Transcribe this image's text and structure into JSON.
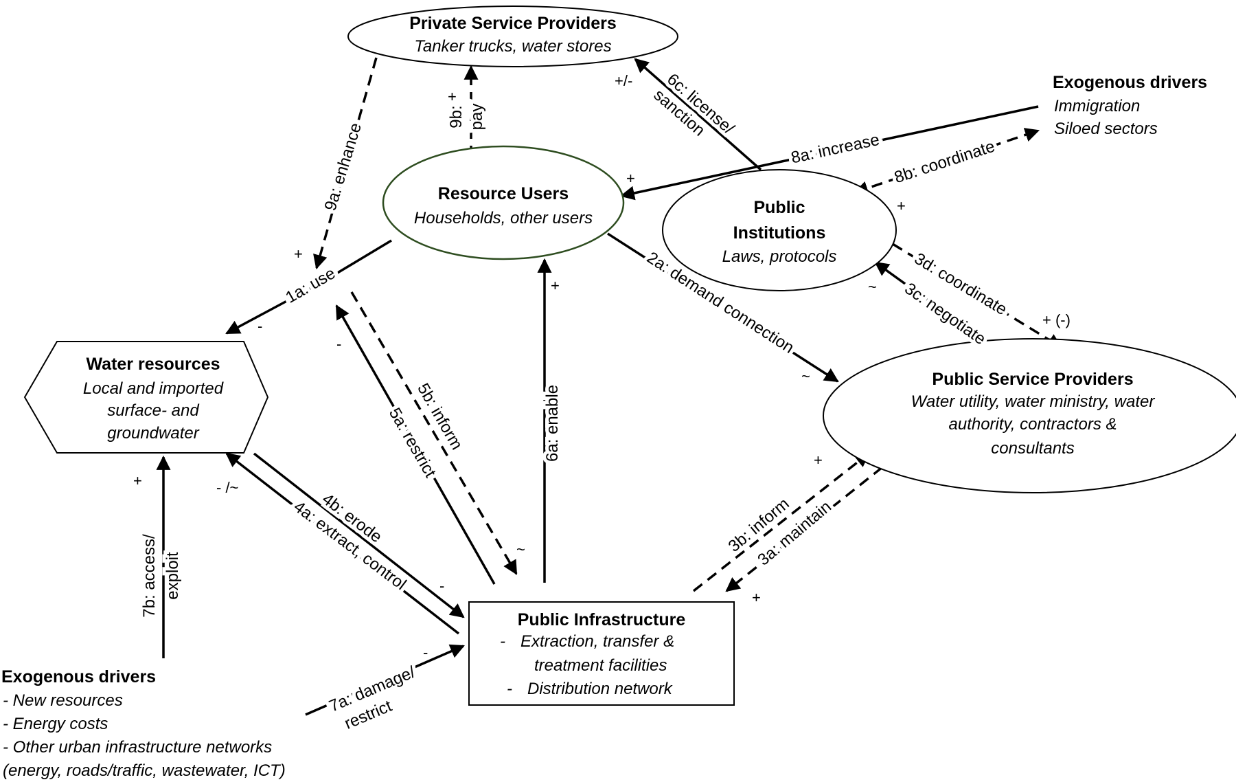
{
  "nodes": {
    "private_providers": {
      "title": "Private Service Providers",
      "subtitle": "Tanker trucks, water stores"
    },
    "resource_users": {
      "title": "Resource Users",
      "subtitle": "Households, other users"
    },
    "public_institutions": {
      "title_line1": "Public",
      "title_line2": "Institutions",
      "subtitle": "Laws, protocols"
    },
    "water_resources": {
      "title": "Water resources",
      "line1": "Local and imported",
      "line2": "surface- and",
      "line3": "groundwater"
    },
    "public_service_providers": {
      "title": "Public Service Providers",
      "line1": "Water utility, water ministry, water",
      "line2": "authority, contractors &",
      "line3": "consultants"
    },
    "public_infrastructure": {
      "title": "Public Infrastructure",
      "item1_a": "Extraction, transfer &",
      "item1_b": "treatment facilities",
      "item2": "Distribution network",
      "bullet": "-"
    },
    "exo_top": {
      "title": "Exogenous drivers",
      "line1": "Immigration",
      "line2": "Siloed sectors"
    },
    "exo_bottom": {
      "title": "Exogenous drivers",
      "line1": "- New resources",
      "line2": "- Energy costs",
      "line3": "- Other urban infrastructure networks",
      "line4": "(energy, roads/traffic, wastewater, ICT)"
    }
  },
  "links": {
    "l1a": "1a: use",
    "l2a": "2a: demand connection",
    "l3a": "3a: maintain",
    "l3b": "3b: inform",
    "l3c": "3c: negotiate",
    "l3d": "3d: coordinate",
    "l4a": "4a: extract, control",
    "l4b": "4b: erode",
    "l5a": "5a: restrict",
    "l5b": "5b: inform",
    "l6a": "6a: enable",
    "l6c_1": "6c: license/",
    "l6c_2": "sanction",
    "l7a_1": "7a: damage/",
    "l7a_2": "restrict",
    "l7b_1": "7b: access/",
    "l7b_2": "exploit",
    "l8a": "8a: increase",
    "l8b": "8b: coordinate",
    "l9a": "9a: enhance",
    "l9b_1": "9b:",
    "l9b_2": "pay"
  },
  "signs": {
    "s9b": "+",
    "s6c": "+/-",
    "s8a": "+",
    "s8b": "+",
    "s9a": "+",
    "s1a": "-",
    "s3c": "~",
    "s3d": "+ (-)",
    "s6a": "+",
    "s2a": "~",
    "s5a": "-",
    "s7b": "+",
    "s4b": "- /~",
    "s5b": "~",
    "s4a": "-",
    "s3b": "+",
    "s3a": "+",
    "s7a": "-"
  },
  "colors": {
    "resource_users_border": "#2e4d20",
    "line": "#000000"
  }
}
